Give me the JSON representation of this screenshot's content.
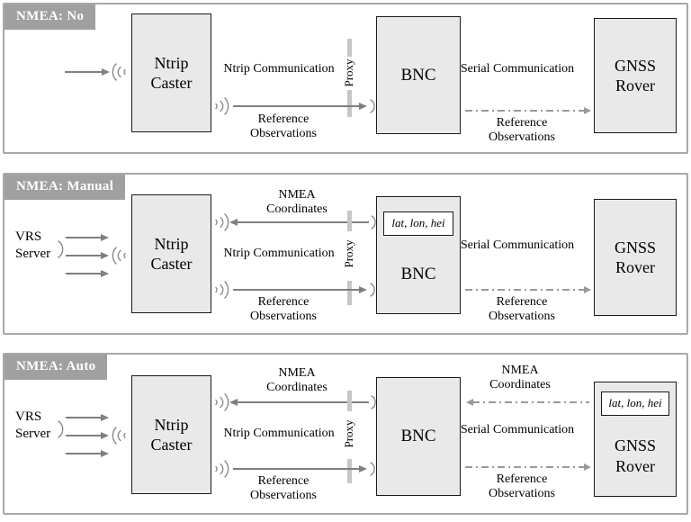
{
  "panels": [
    {
      "mode": "NMEA: No"
    },
    {
      "mode": "NMEA: Manual"
    },
    {
      "mode": "NMEA: Auto"
    }
  ],
  "boxes": {
    "ntrip_caster": "Ntrip\nCaster",
    "bnc": "BNC",
    "gnss_rover": "GNSS\nRover",
    "coordinates": "lat, lon, hei"
  },
  "links": {
    "ntrip_communication": "Ntrip Communication",
    "serial_communication": "Serial Communication",
    "reference_observations": "Reference\nObservations",
    "nmea_coordinates": "NMEA\nCoordinates",
    "proxy": "Proxy"
  },
  "sources": {
    "vrs_server": "VRS\nServer"
  },
  "icons": {
    "antenna_receive_waves": "(((",
    "antenna_transmit_waves": ")))",
    "antenna_receive_single": ")"
  },
  "colors": {
    "panel_border": "#a8a8a8",
    "box_fill": "#e9e9e9",
    "box_border": "#1a1a1a",
    "mode_label_bg": "#a0a0a0",
    "mode_label_text": "#ffffff",
    "solid_arrow": "#7f7f7f",
    "dash_arrow": "#999999",
    "proxy_bar": "#c6c6c6",
    "wave_icon": "#8a8a8a"
  }
}
